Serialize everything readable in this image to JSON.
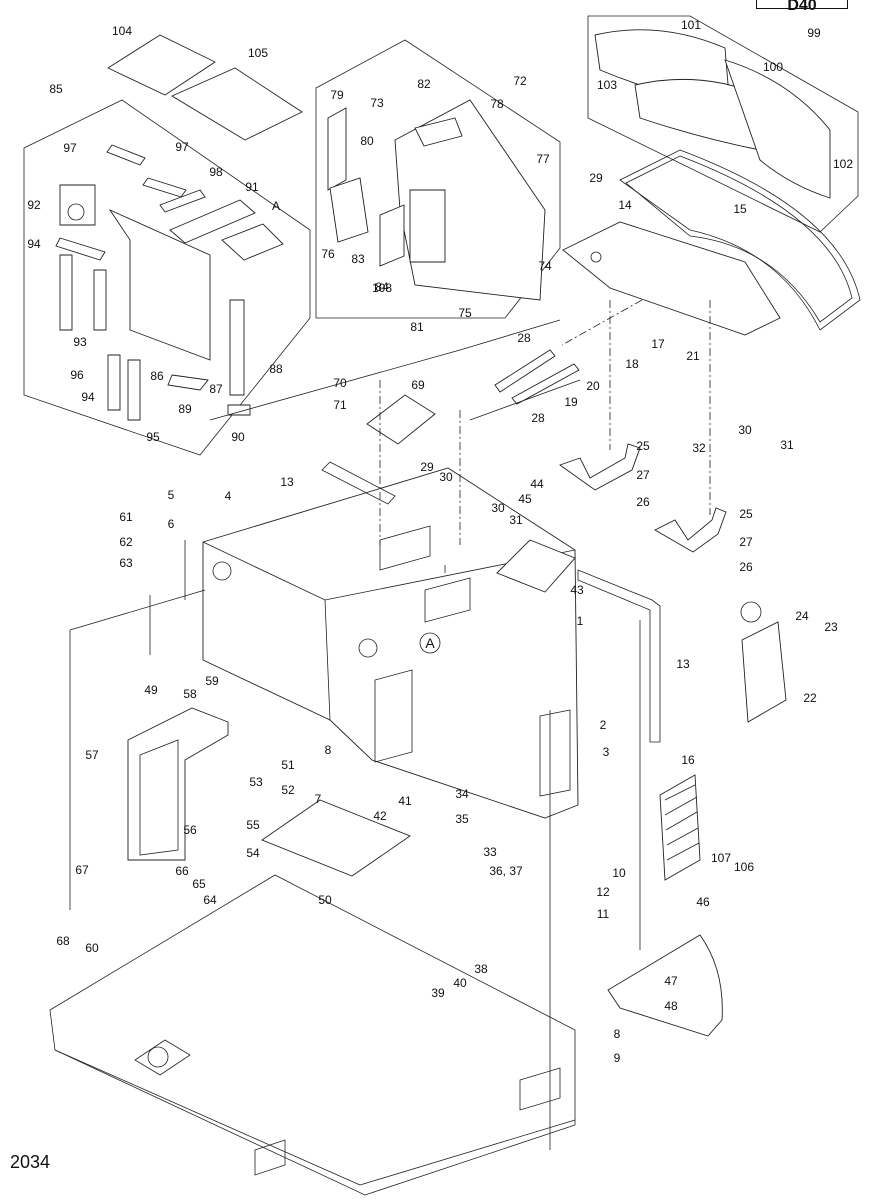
{
  "figure": {
    "corner_tag": "D40",
    "number": "2034"
  },
  "callouts": [
    {
      "id": "c1",
      "text": "1"
    },
    {
      "id": "c2",
      "text": "2"
    },
    {
      "id": "c3",
      "text": "3"
    },
    {
      "id": "c4",
      "text": "4"
    },
    {
      "id": "c5",
      "text": "5"
    },
    {
      "id": "c6",
      "text": "6"
    },
    {
      "id": "c7",
      "text": "7"
    },
    {
      "id": "c8a",
      "text": "8"
    },
    {
      "id": "c8b",
      "text": "8"
    },
    {
      "id": "c9",
      "text": "9"
    },
    {
      "id": "c10",
      "text": "10"
    },
    {
      "id": "c11",
      "text": "11"
    },
    {
      "id": "c12",
      "text": "12"
    },
    {
      "id": "c13a",
      "text": "13"
    },
    {
      "id": "c13b",
      "text": "13"
    },
    {
      "id": "c14",
      "text": "14"
    },
    {
      "id": "c15",
      "text": "15"
    },
    {
      "id": "c16",
      "text": "16"
    },
    {
      "id": "c17",
      "text": "17"
    },
    {
      "id": "c18",
      "text": "18"
    },
    {
      "id": "c19",
      "text": "19"
    },
    {
      "id": "c20",
      "text": "20"
    },
    {
      "id": "c21",
      "text": "21"
    },
    {
      "id": "c22",
      "text": "22"
    },
    {
      "id": "c23",
      "text": "23"
    },
    {
      "id": "c24",
      "text": "24"
    },
    {
      "id": "c25a",
      "text": "25"
    },
    {
      "id": "c25b",
      "text": "25"
    },
    {
      "id": "c26a",
      "text": "26"
    },
    {
      "id": "c26b",
      "text": "26"
    },
    {
      "id": "c27a",
      "text": "27"
    },
    {
      "id": "c27b",
      "text": "27"
    },
    {
      "id": "c28a",
      "text": "28"
    },
    {
      "id": "c28b",
      "text": "28"
    },
    {
      "id": "c29a",
      "text": "29"
    },
    {
      "id": "c29b",
      "text": "29"
    },
    {
      "id": "c30a",
      "text": "30"
    },
    {
      "id": "c30b",
      "text": "30"
    },
    {
      "id": "c30c",
      "text": "30"
    },
    {
      "id": "c31a",
      "text": "31"
    },
    {
      "id": "c31b",
      "text": "31"
    },
    {
      "id": "c32",
      "text": "32"
    },
    {
      "id": "c33",
      "text": "33"
    },
    {
      "id": "c34",
      "text": "34"
    },
    {
      "id": "c35",
      "text": "35"
    },
    {
      "id": "c3637",
      "text": "36, 37"
    },
    {
      "id": "c38",
      "text": "38"
    },
    {
      "id": "c39",
      "text": "39"
    },
    {
      "id": "c40",
      "text": "40"
    },
    {
      "id": "c41",
      "text": "41"
    },
    {
      "id": "c42",
      "text": "42"
    },
    {
      "id": "c43",
      "text": "43"
    },
    {
      "id": "c44",
      "text": "44"
    },
    {
      "id": "c45",
      "text": "45"
    },
    {
      "id": "c46",
      "text": "46"
    },
    {
      "id": "c47",
      "text": "47"
    },
    {
      "id": "c48",
      "text": "48"
    },
    {
      "id": "c49",
      "text": "49"
    },
    {
      "id": "c50",
      "text": "50"
    },
    {
      "id": "c51",
      "text": "51"
    },
    {
      "id": "c52",
      "text": "52"
    },
    {
      "id": "c53",
      "text": "53"
    },
    {
      "id": "c54",
      "text": "54"
    },
    {
      "id": "c55",
      "text": "55"
    },
    {
      "id": "c56",
      "text": "56"
    },
    {
      "id": "c57",
      "text": "57"
    },
    {
      "id": "c58",
      "text": "58"
    },
    {
      "id": "c59",
      "text": "59"
    },
    {
      "id": "c60",
      "text": "60"
    },
    {
      "id": "c61",
      "text": "61"
    },
    {
      "id": "c62",
      "text": "62"
    },
    {
      "id": "c63",
      "text": "63"
    },
    {
      "id": "c64",
      "text": "64"
    },
    {
      "id": "c65",
      "text": "65"
    },
    {
      "id": "c66",
      "text": "66"
    },
    {
      "id": "c67",
      "text": "67"
    },
    {
      "id": "c68",
      "text": "68"
    },
    {
      "id": "c69",
      "text": "69"
    },
    {
      "id": "c70",
      "text": "70"
    },
    {
      "id": "c71",
      "text": "71"
    },
    {
      "id": "c72",
      "text": "72"
    },
    {
      "id": "c73",
      "text": "73"
    },
    {
      "id": "c74",
      "text": "74"
    },
    {
      "id": "c75",
      "text": "75"
    },
    {
      "id": "c76",
      "text": "76"
    },
    {
      "id": "c77",
      "text": "77"
    },
    {
      "id": "c78",
      "text": "78"
    },
    {
      "id": "c79",
      "text": "79"
    },
    {
      "id": "c80",
      "text": "80"
    },
    {
      "id": "c81",
      "text": "81"
    },
    {
      "id": "c82",
      "text": "82"
    },
    {
      "id": "c83",
      "text": "83"
    },
    {
      "id": "c84",
      "text": "84"
    },
    {
      "id": "c85",
      "text": "85"
    },
    {
      "id": "c86",
      "text": "86"
    },
    {
      "id": "c87",
      "text": "87"
    },
    {
      "id": "c88",
      "text": "88"
    },
    {
      "id": "c89",
      "text": "89"
    },
    {
      "id": "c90",
      "text": "90"
    },
    {
      "id": "c91",
      "text": "91"
    },
    {
      "id": "c92",
      "text": "92"
    },
    {
      "id": "c93",
      "text": "93"
    },
    {
      "id": "c94a",
      "text": "94"
    },
    {
      "id": "c94b",
      "text": "94"
    },
    {
      "id": "c95",
      "text": "95"
    },
    {
      "id": "c96",
      "text": "96"
    },
    {
      "id": "c97a",
      "text": "97"
    },
    {
      "id": "c97b",
      "text": "97"
    },
    {
      "id": "c98",
      "text": "98"
    },
    {
      "id": "c99",
      "text": "99"
    },
    {
      "id": "c100",
      "text": "100"
    },
    {
      "id": "c101",
      "text": "101"
    },
    {
      "id": "c102",
      "text": "102"
    },
    {
      "id": "c103",
      "text": "103"
    },
    {
      "id": "c104",
      "text": "104"
    },
    {
      "id": "c105",
      "text": "105"
    },
    {
      "id": "c106",
      "text": "106"
    },
    {
      "id": "c107",
      "text": "107"
    },
    {
      "id": "c108",
      "text": "108"
    },
    {
      "id": "cA1",
      "text": "A"
    },
    {
      "id": "cA2",
      "text": "A"
    }
  ]
}
